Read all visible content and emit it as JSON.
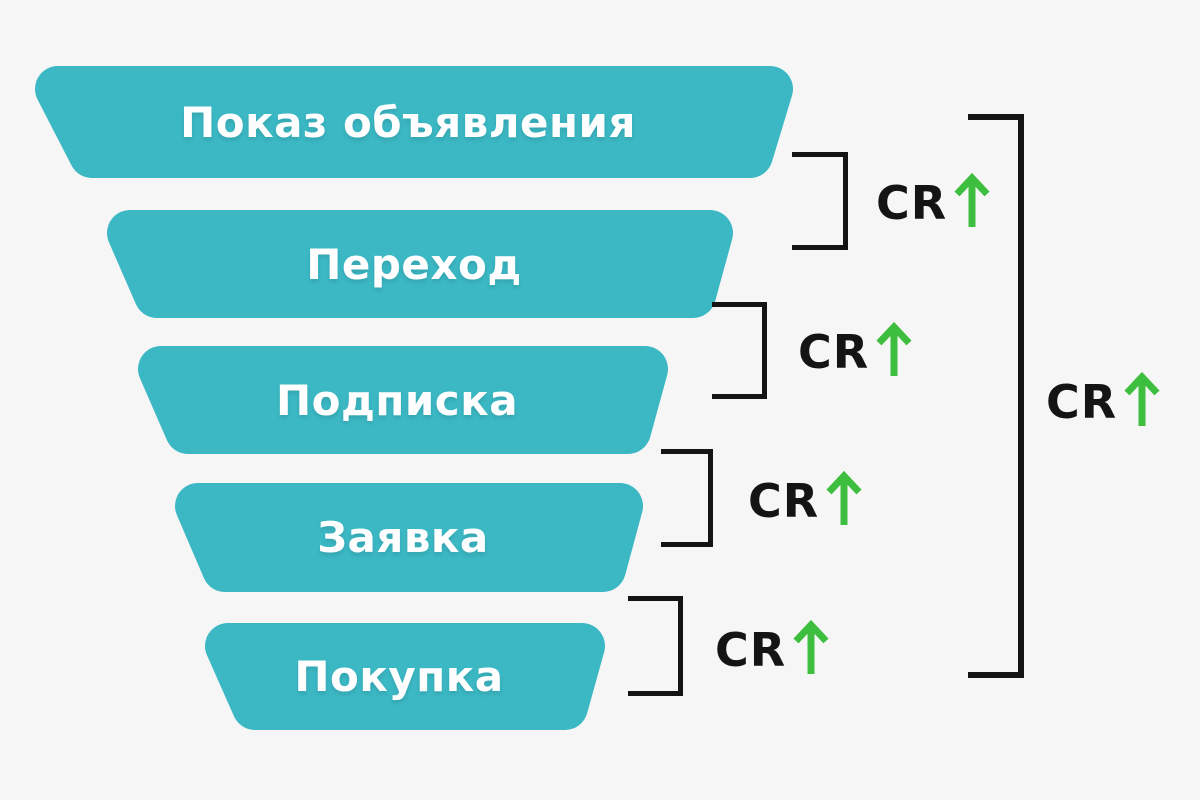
{
  "diagram_type": "conversion-funnel",
  "colors": {
    "background": "#F6F6F7",
    "funnel": "#3BB8C4",
    "arrow_green": "#3EBE3E",
    "line_black": "#141414",
    "label_white": "#FFFFFF"
  },
  "funnel": {
    "stages": [
      {
        "label": "Показ объявления"
      },
      {
        "label": "Переход"
      },
      {
        "label": "Подписка"
      },
      {
        "label": "Заявка"
      },
      {
        "label": "Покупка"
      }
    ]
  },
  "cr_labels": {
    "between_stages": [
      {
        "label": "CR",
        "icon": "up-arrow"
      },
      {
        "label": "CR",
        "icon": "up-arrow"
      },
      {
        "label": "CR",
        "icon": "up-arrow"
      },
      {
        "label": "CR",
        "icon": "up-arrow"
      }
    ],
    "overall": {
      "label": "CR",
      "icon": "up-arrow"
    }
  }
}
